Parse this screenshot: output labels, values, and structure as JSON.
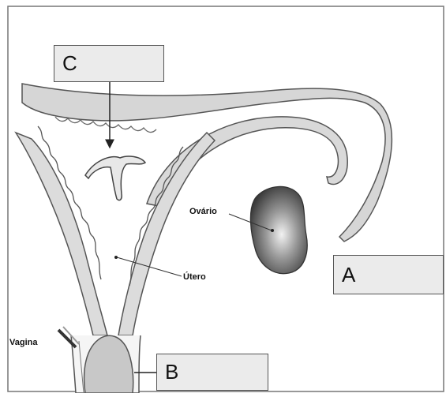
{
  "diagram": {
    "boxes": {
      "c": "C",
      "a": "A",
      "b": "B"
    },
    "labels": {
      "ovario": "Ovário",
      "utero": "Útero",
      "vagina": "Vagina"
    }
  }
}
